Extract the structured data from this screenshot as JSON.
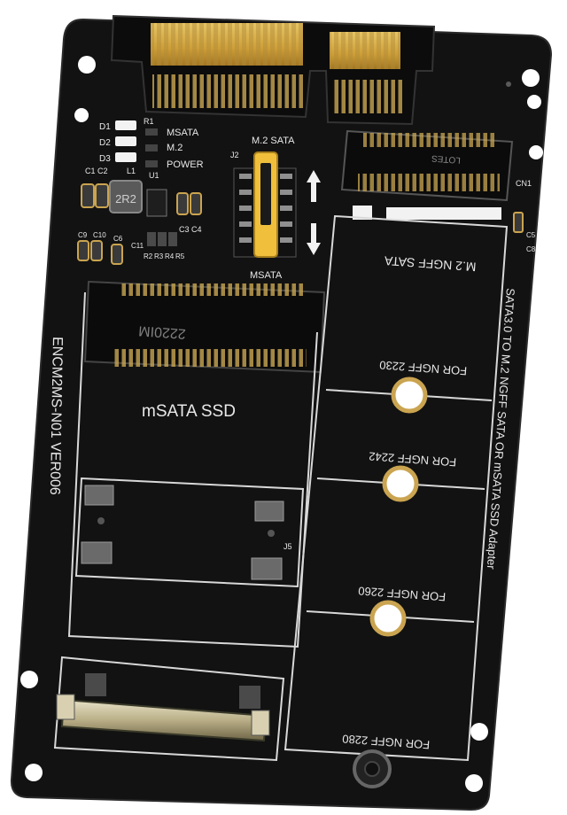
{
  "board": {
    "model": "ENCM2MS-N01 VER006",
    "adapter_description": "SATA3.0 TO M.2 NGFF SATA OR mSATA SSD Adapter",
    "colors": {
      "pcb": "#121212",
      "silkscreen": "#e8e8e8",
      "gold": "#e0b040",
      "hole": "#ffffff"
    }
  },
  "leds": {
    "labels": [
      "D1",
      "D2",
      "D3"
    ],
    "names": [
      "MSATA",
      "M.2",
      "POWER"
    ],
    "r_label": "R1"
  },
  "components": {
    "c1c2": "C1 C2",
    "l1": "L1",
    "u1": "U1",
    "inductor_marking": "2R2",
    "c3c4": "C3 C4",
    "c9": "C9",
    "c10": "C10",
    "c6": "C6",
    "c11": "C11",
    "r2": "R2",
    "r3": "R3",
    "r4": "R4",
    "r5": "R5",
    "c5": "C5",
    "c8": "C8",
    "j5": "J5"
  },
  "switch": {
    "ref": "J2",
    "top_label": "M.2 SATA",
    "bottom_label": "MSATA"
  },
  "msata_slot": {
    "marking": "2220IM",
    "label": "mSATA SSD"
  },
  "m2_slot": {
    "brand": "LOTES",
    "ref": "CN1",
    "label": "M.2 NGFF SATA",
    "positions": [
      "FOR NGFF 2230",
      "FOR NGFF 2242",
      "FOR NGFF 2260",
      "FOR NGFF 2280"
    ]
  }
}
